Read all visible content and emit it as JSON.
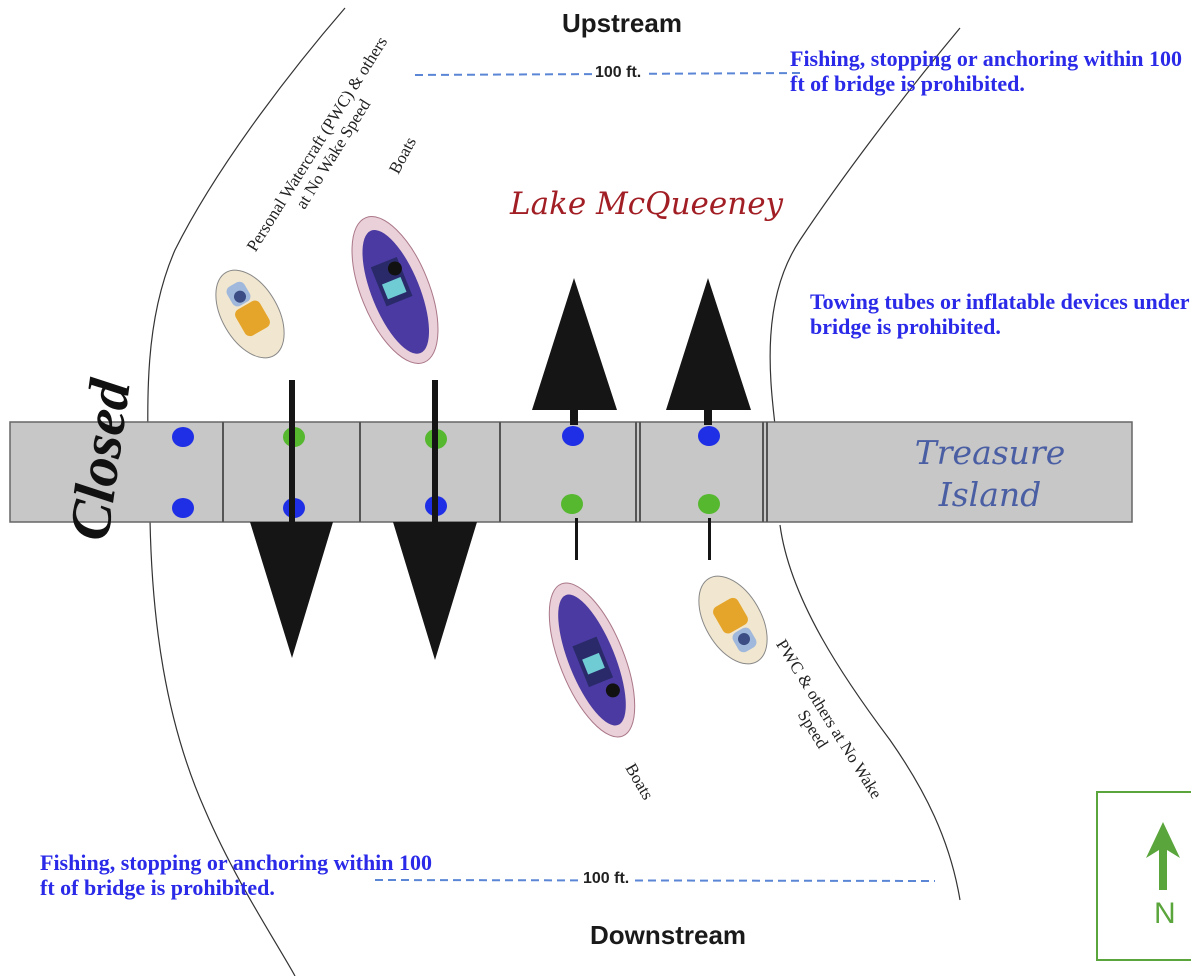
{
  "directions": {
    "upstream": "Upstream",
    "downstream": "Downstream"
  },
  "distance_label_top": "100 ft.",
  "distance_label_bottom": "100 ft.",
  "rules": {
    "fishing_top": "Fishing, stopping or anchoring within 100 ft of bridge is prohibited.",
    "towing": "Towing tubes or inflatable devices under bridge is prohibited.",
    "fishing_bottom": "Fishing, stopping or anchoring within 100 ft of bridge is prohibited."
  },
  "lake_name": "Lake McQueeney",
  "island_name": "Treasure Island",
  "closed_label": "Closed",
  "craft_labels": {
    "pwc_north": "Personal Watercraft (PWC) & others at No Wake Speed",
    "boats_north": "Boats",
    "boats_south": "Boats",
    "pwc_south": "PWC & others at No Wake Speed"
  },
  "compass_label": "N",
  "colors": {
    "rule_text": "#2a2ae8",
    "lake_text": "#a11e24",
    "island_text": "#4a5ea3",
    "bridge": "#c7c7c7",
    "marker_blue": "#1f2fe6",
    "marker_green": "#55b82e",
    "compass": "#5aa53c",
    "arrow": "#151515"
  },
  "icons": [
    "arrow-up-icon",
    "arrow-down-icon",
    "jet-ski-icon",
    "boat-icon",
    "compass-arrow-icon"
  ]
}
